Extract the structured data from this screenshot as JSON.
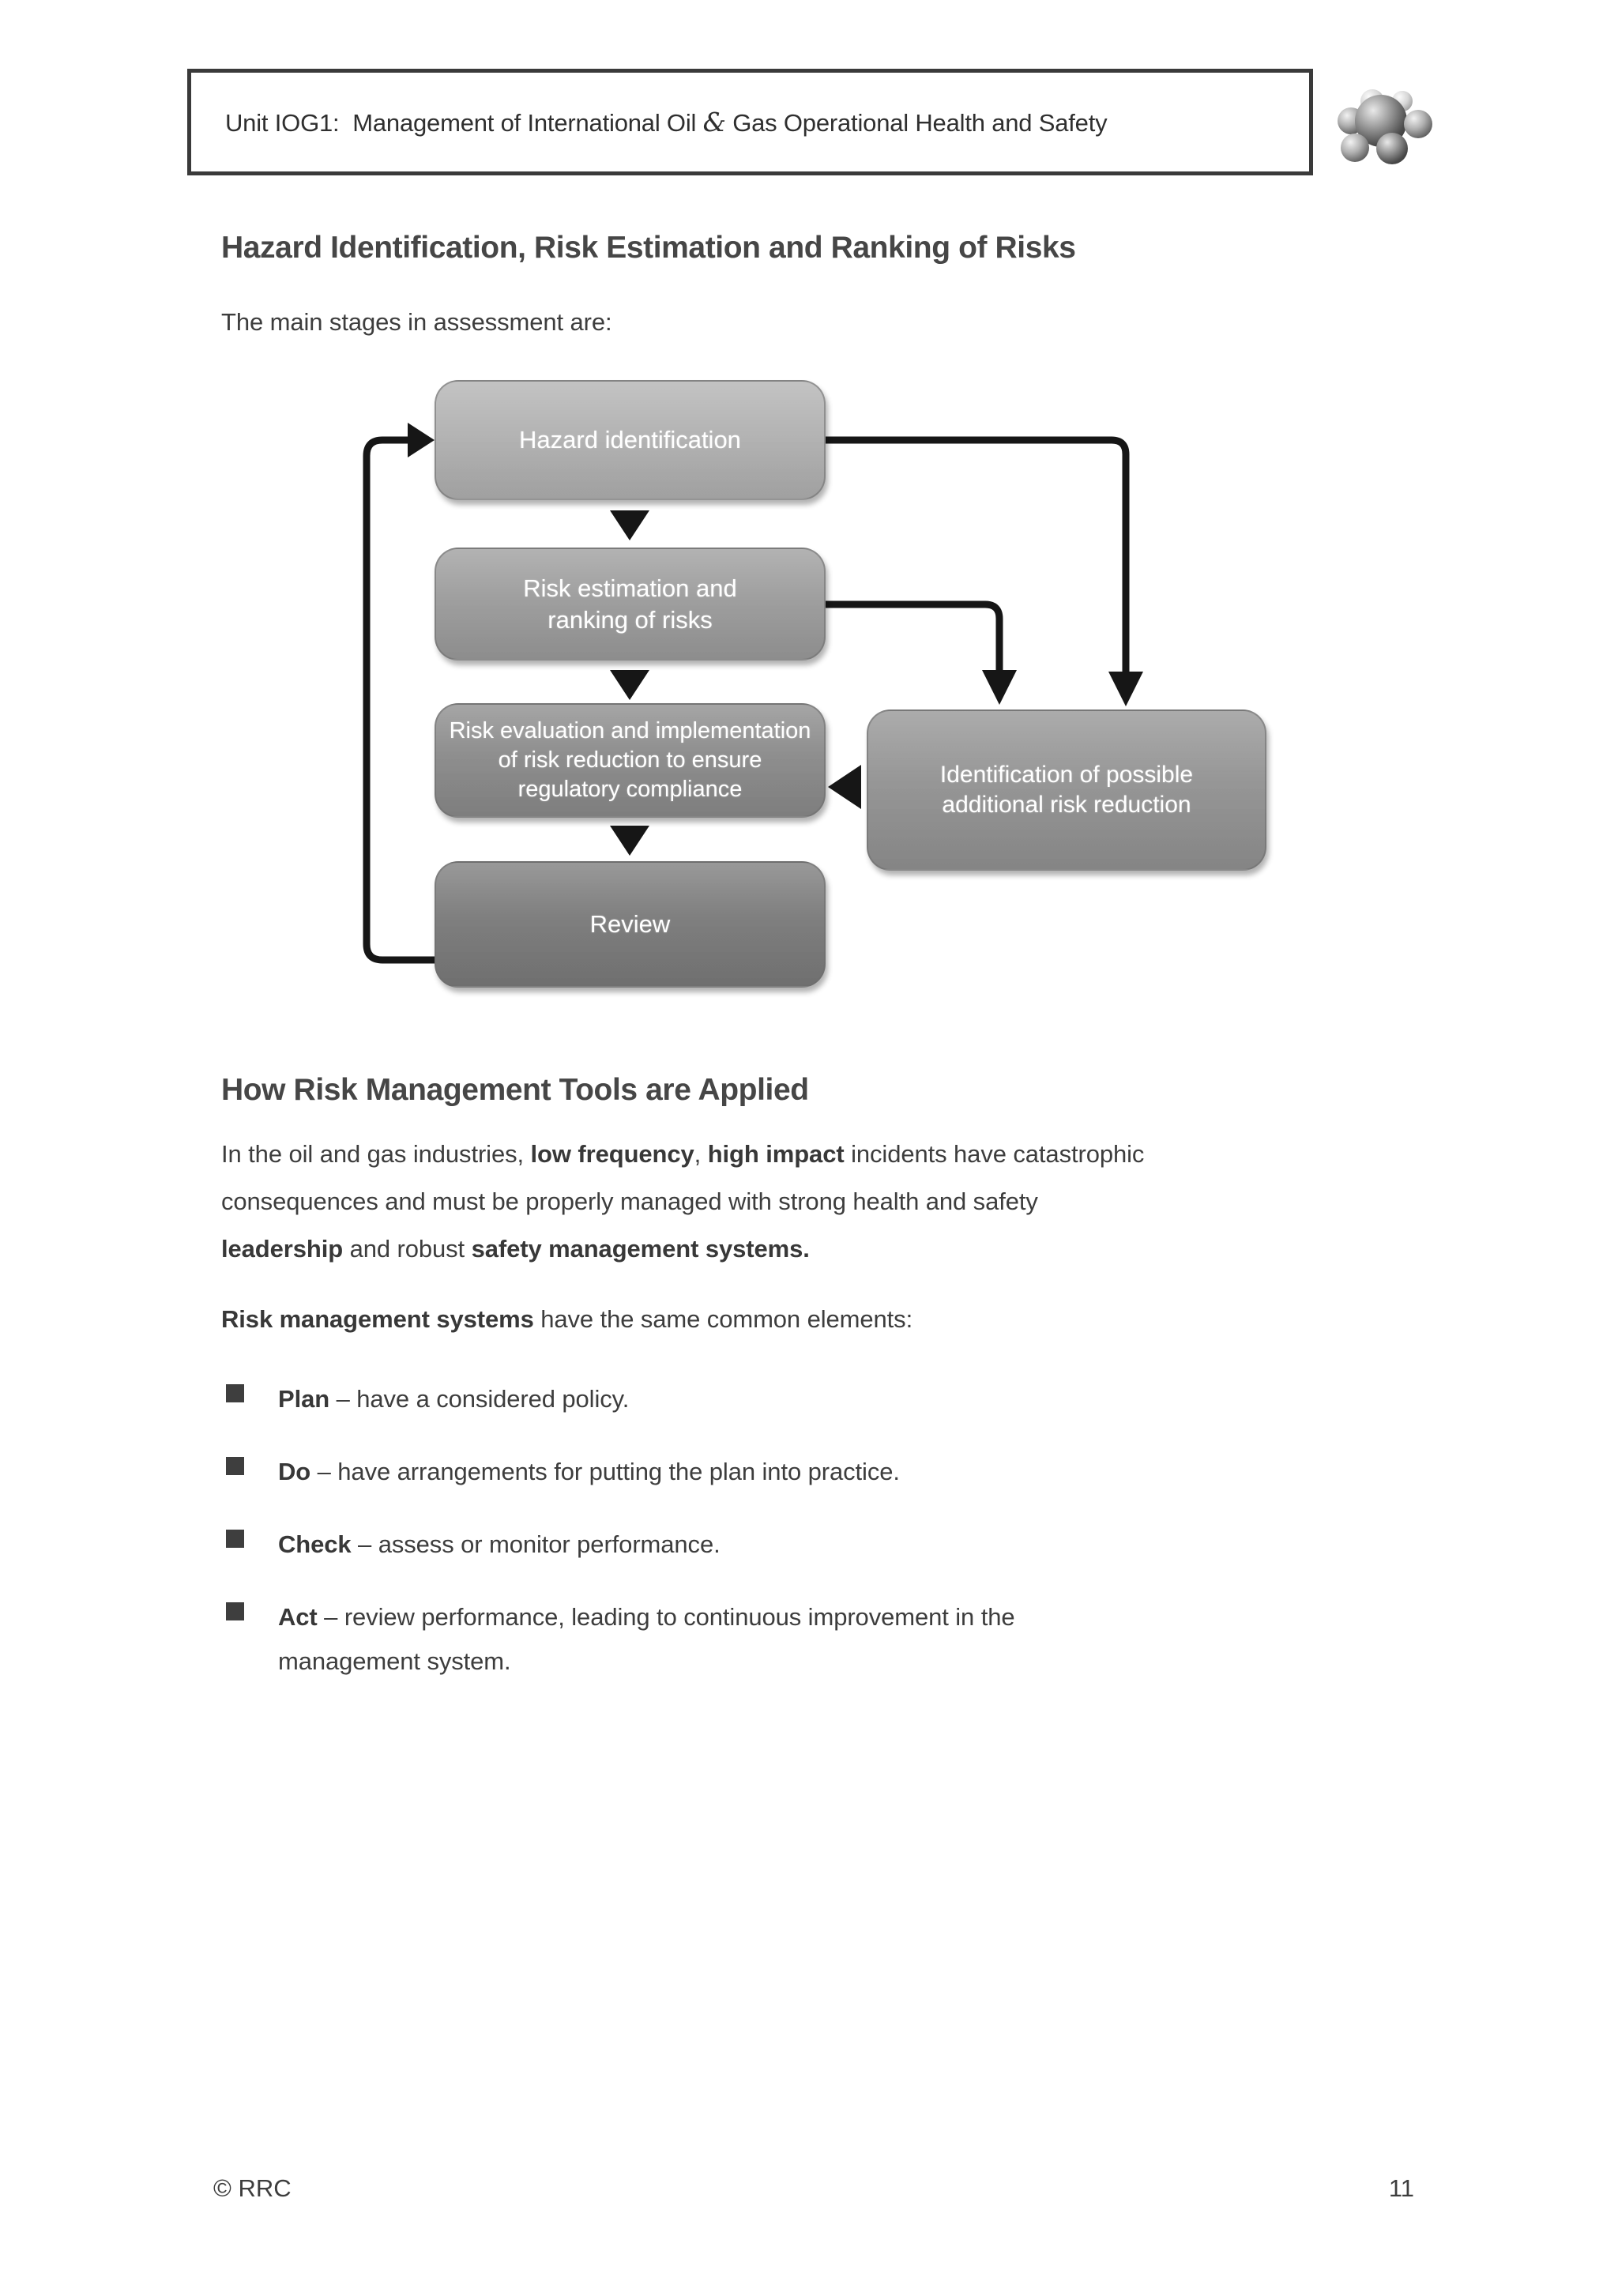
{
  "header": {
    "title_before_amp": "Unit IOG1:  Management of International Oil ",
    "ampersand": "&",
    "title_after_amp": " Gas Operational Health and Safety"
  },
  "logo": {
    "icon": "rrc-molecule-logo"
  },
  "section1": {
    "heading": "Hazard Identification, Risk Estimation and Ranking of Risks",
    "intro": "The main stages in assessment are:"
  },
  "flowchart": {
    "arrow_color": "#161616",
    "boxes": [
      {
        "id": "hazard-identification",
        "color": "#b2b2b2",
        "lines": [
          "Hazard identification"
        ]
      },
      {
        "id": "risk-estimation",
        "color": "#9d9d9d",
        "lines": [
          "Risk estimation and",
          "ranking of risks"
        ]
      },
      {
        "id": "risk-evaluation",
        "color": "#8c8c8c",
        "lines": [
          "Risk evaluation and implementation",
          "of risk reduction to ensure",
          "regulatory compliance"
        ]
      },
      {
        "id": "identification-additional-risk-reduction",
        "color": "#949494",
        "lines": [
          "Identification of possible",
          "additional risk reduction"
        ]
      },
      {
        "id": "review",
        "color": "#7c7c7c",
        "lines": [
          "Review"
        ]
      }
    ]
  },
  "section2": {
    "heading": "How Risk Management Tools are Applied",
    "paragraph_lines": [
      [
        {
          "t": "In the oil and gas industries, "
        },
        {
          "t": "low frequency",
          "b": true
        },
        {
          "t": ", "
        },
        {
          "t": "high impact",
          "b": true
        },
        {
          "t": " incidents have catastrophic"
        }
      ],
      [
        {
          "t": "consequences and must be properly managed with strong health and safety"
        }
      ],
      [
        {
          "t": "leadership",
          "b": true
        },
        {
          "t": " and robust "
        },
        {
          "t": "safety management systems.",
          "b": true
        }
      ]
    ],
    "list_intro": [
      {
        "t": "Risk management systems",
        "b": true
      },
      {
        "t": " have the same common elements:"
      }
    ],
    "bullets": [
      {
        "lines": [
          [
            {
              "t": "Plan",
              "b": true
            },
            {
              "t": " – have a considered policy."
            }
          ]
        ]
      },
      {
        "lines": [
          [
            {
              "t": "Do",
              "b": true
            },
            {
              "t": " – have arrangements for putting the plan into practice."
            }
          ]
        ]
      },
      {
        "lines": [
          [
            {
              "t": "Check",
              "b": true
            },
            {
              "t": " – assess or monitor performance."
            }
          ]
        ]
      },
      {
        "lines": [
          [
            {
              "t": "Act",
              "b": true
            },
            {
              "t": " – review performance, leading to continuous improvement in the"
            }
          ],
          [
            {
              "t": "management system."
            }
          ]
        ]
      }
    ]
  },
  "footer": {
    "copyright": "© RRC",
    "page_number": "11"
  }
}
